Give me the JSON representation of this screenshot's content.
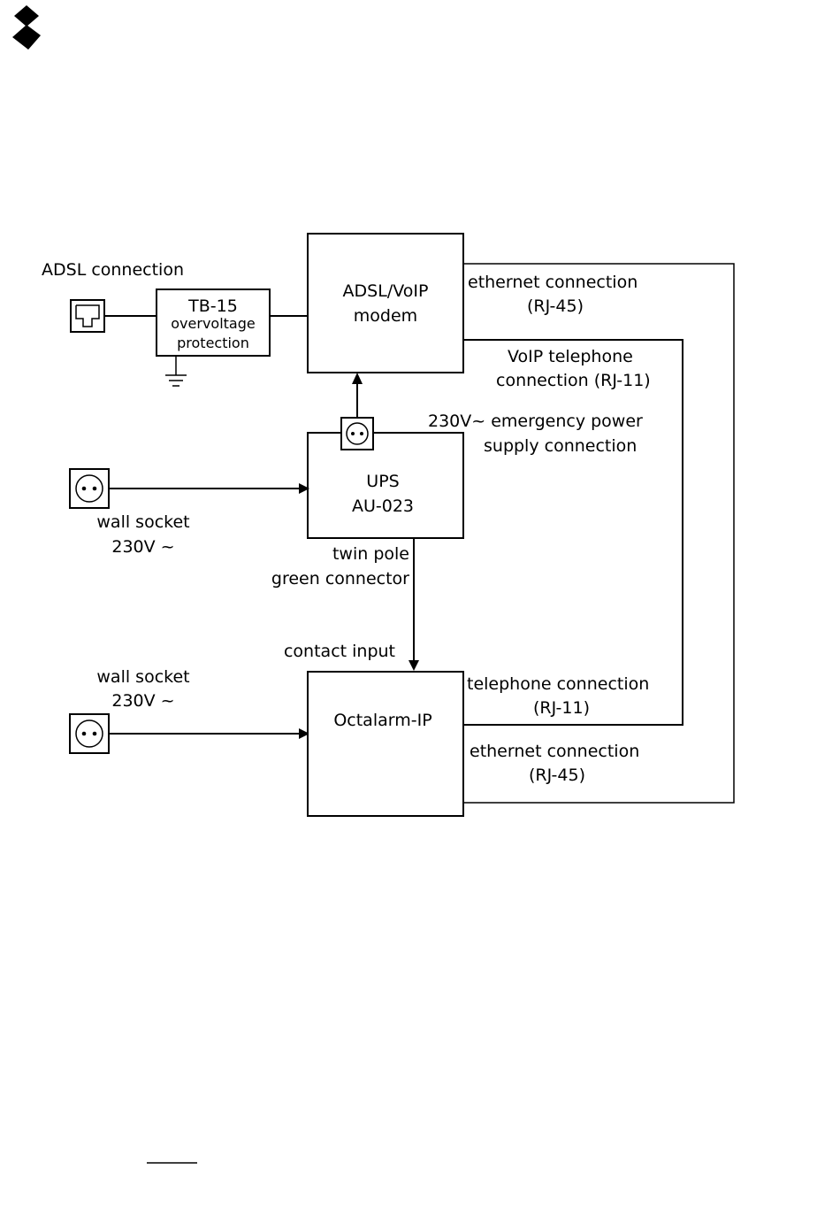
{
  "logo": {
    "icon": "company-logo-icon"
  },
  "labels": {
    "adsl_connection": "ADSL connection",
    "tb15_title": "TB-15",
    "tb15_line1": "overvoltage",
    "tb15_line2": "protection",
    "modem_line1": "ADSL/VoIP",
    "modem_line2": "modem",
    "eth_top_line1": "ethernet connection",
    "eth_top_line2": "(RJ-45)",
    "voip_line1": "VoIP telephone",
    "voip_line2": "connection (RJ-11)",
    "emergency_line1": "230V~ emergency power",
    "emergency_line2": "supply connection",
    "ups_line1": "UPS",
    "ups_line2": "AU-023",
    "wall1_line1": "wall socket",
    "wall1_line2": "230V ~",
    "twin_line1": "twin pole",
    "twin_line2": "green connector",
    "contact_input": "contact input",
    "wall2_line1": "wall socket",
    "wall2_line2": "230V ~",
    "octalarm": "Octalarm-IP",
    "tel_line1": "telephone connection",
    "tel_line2": "(RJ-11)",
    "eth_bot_line1": "ethernet connection",
    "eth_bot_line2": "(RJ-45)"
  },
  "icons": {
    "rj_jack": "rj-jack-icon",
    "ground": "ground-icon",
    "socket": "power-socket-icon"
  }
}
